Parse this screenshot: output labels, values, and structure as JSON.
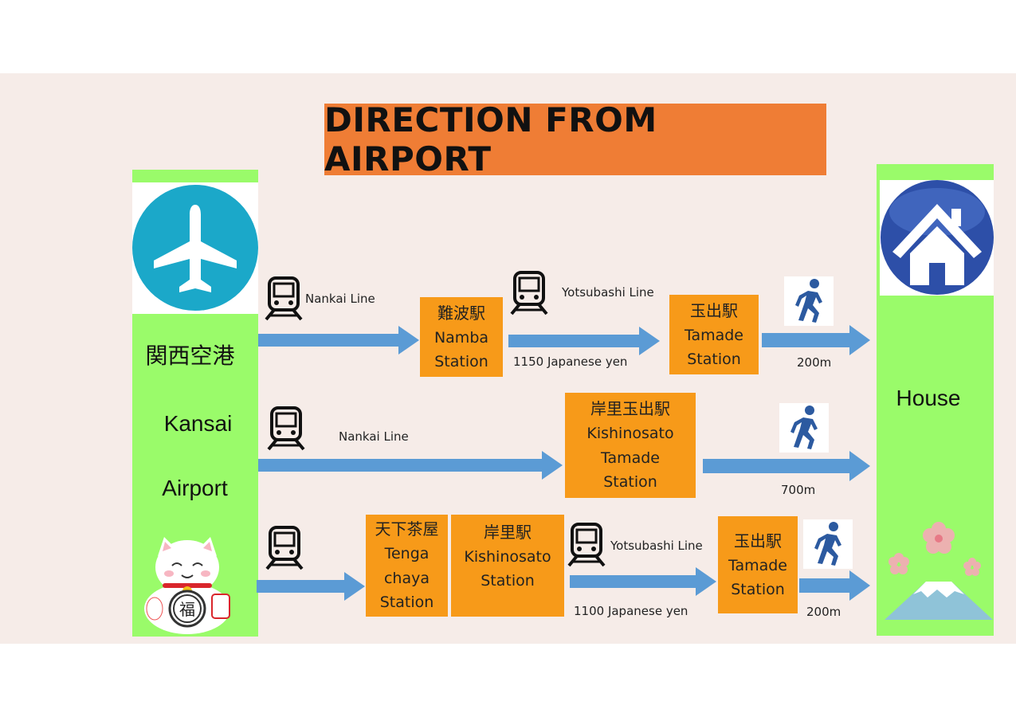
{
  "title": "DIRECTION FROM AIRPORT",
  "airport": {
    "label_jp": "関西空港",
    "label_line1": "Kansai",
    "label_line2": "Airport"
  },
  "house": {
    "label": "House"
  },
  "route1": {
    "line1": "Nankai  Line",
    "station1": {
      "jp": "難波駅",
      "en1": "Namba",
      "en2": "Station"
    },
    "line2": "Yotsubashi Line",
    "fare": "1150   Japanese yen",
    "station2": {
      "jp": "玉出駅",
      "en1": "Tamade",
      "en2": "Station"
    },
    "walk": "200m"
  },
  "route2": {
    "line1": "Nankai  Line",
    "station1": {
      "jp": "岸里玉出駅",
      "en1": "Kishinosato",
      "en2": "Tamade",
      "en3": "Station"
    },
    "walk": "700m"
  },
  "route3": {
    "station1": {
      "jp": "天下茶屋",
      "en1": "Tenga",
      "en2": "chaya",
      "en3": "Station"
    },
    "station2": {
      "jp": "岸里駅",
      "en1": "Kishinosato",
      "en2": "Station"
    },
    "line2": "Yotsubashi Line",
    "fare": "1100   Japanese yen",
    "station3": {
      "jp": "玉出駅",
      "en1": "Tamade",
      "en2": "Station"
    },
    "walk": "200m"
  },
  "icons": {
    "plane": "airplane-icon",
    "train": "train-icon",
    "walk": "walking-person-icon",
    "home": "house-icon",
    "cat": "lucky-cat-icon",
    "mountain": "mount-fuji-icon",
    "blossom": "cherry-blossom-icon"
  },
  "colors": {
    "title_bg": "#ef7d35",
    "column_green": "#9afb6a",
    "station_orange": "#f79a19",
    "arrow_blue": "#5b9bd5",
    "plane_circle": "#1ba8c9",
    "house_circle": "#2d4fa8",
    "walk_icon": "#2c5aa0"
  }
}
